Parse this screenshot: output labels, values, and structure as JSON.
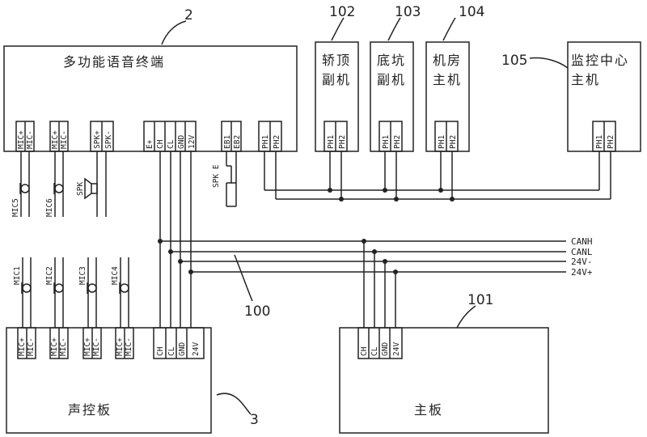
{
  "terminal": {
    "ref": "2",
    "title": "多功能语音终端",
    "mic_a_pins": [
      "MIC+",
      "MIC-"
    ],
    "mic_b_pins": [
      "MIC+",
      "MIC-"
    ],
    "spk_pins": [
      "SPK+",
      "SPK-"
    ],
    "can_pins": [
      "E+",
      "CH",
      "CL",
      "GND",
      "12V"
    ],
    "eb_pins": [
      "EB1",
      "EB2"
    ],
    "ph_pins": [
      "PH1",
      "PH2"
    ],
    "ext_mics": [
      "MIC5",
      "MIC6"
    ],
    "speaker_label": "SPK",
    "button_label": "SPK E"
  },
  "units": [
    {
      "ref": "102",
      "lines": [
        "轿顶",
        "副机"
      ],
      "pins": [
        "PH1",
        "PH2"
      ]
    },
    {
      "ref": "103",
      "lines": [
        "底坑",
        "副机"
      ],
      "pins": [
        "PH1",
        "PH2"
      ]
    },
    {
      "ref": "104",
      "lines": [
        "机房",
        "主机"
      ],
      "pins": [
        "PH1",
        "PH2"
      ]
    },
    {
      "ref": "105",
      "lines": [
        "监控中心",
        "主机"
      ],
      "pins": [
        "PH1",
        "PH2"
      ]
    }
  ],
  "bus": {
    "ref": "100",
    "lines": [
      "CANH",
      "CANL",
      "24V-",
      "24V+"
    ]
  },
  "voice_board": {
    "ref": "3",
    "title": "声控板",
    "mic_pins": [
      "MIC+",
      "MIC-"
    ],
    "mics": [
      "MIC1",
      "MIC2",
      "MIC3",
      "MIC4"
    ],
    "can_pins": [
      "CH",
      "CL",
      "GND",
      "24V"
    ]
  },
  "main_board": {
    "ref": "101",
    "title": "主板",
    "can_pins": [
      "CH",
      "CL",
      "GND",
      "24V"
    ]
  }
}
